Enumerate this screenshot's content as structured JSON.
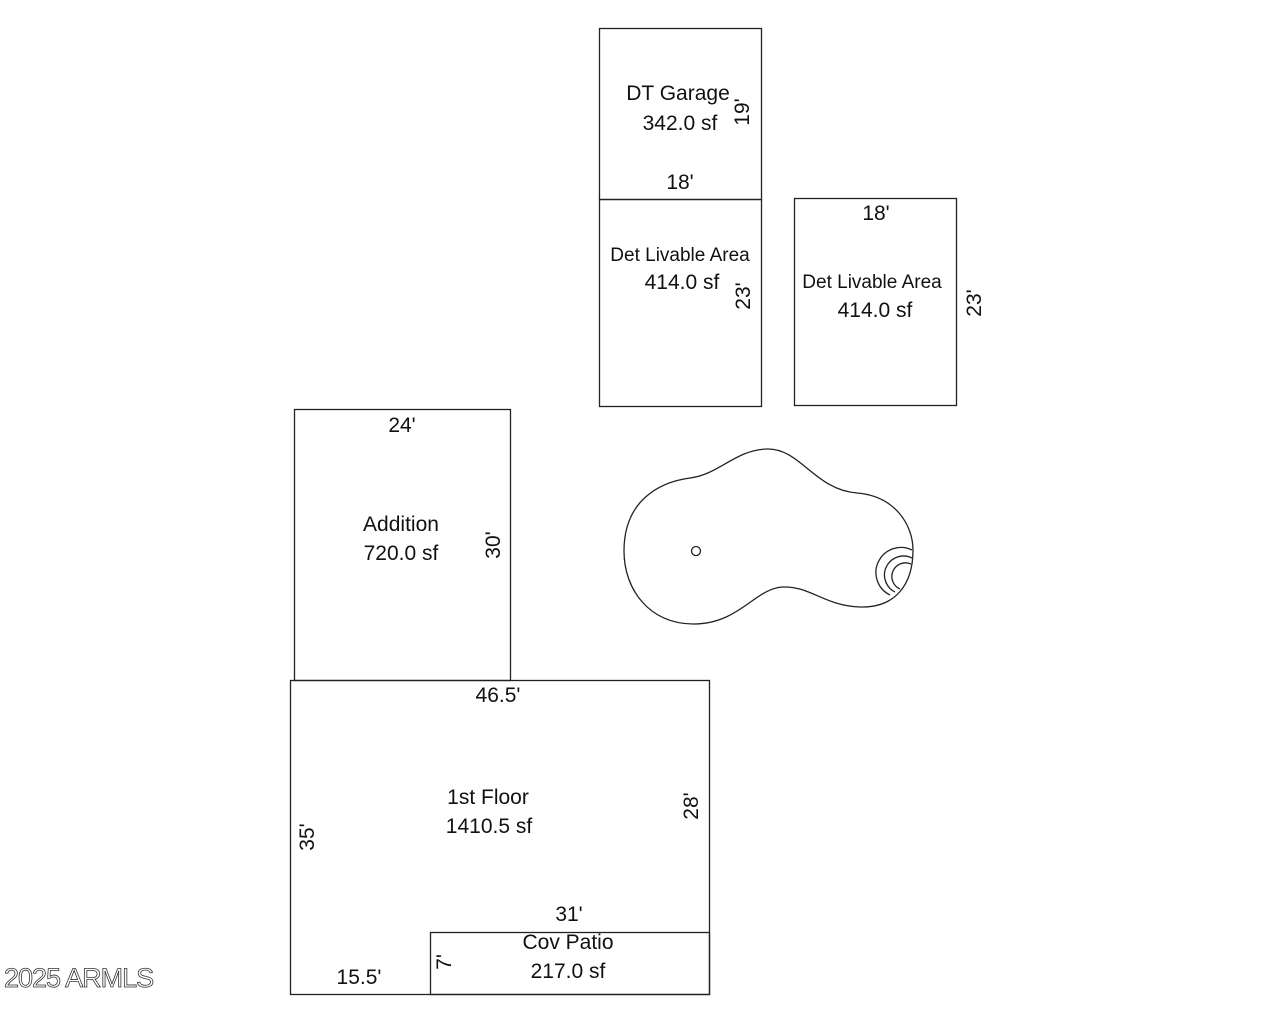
{
  "rooms": {
    "garage": {
      "name": "DT Garage",
      "area": "342.0 sf",
      "width": "18'",
      "depth": "19'"
    },
    "livable1": {
      "name": "Det Livable Area",
      "area": "414.0 sf",
      "depth": "23'"
    },
    "livable2": {
      "name": "Det Livable Area",
      "area": "414.0 sf",
      "width": "18'",
      "depth": "23'"
    },
    "addition": {
      "name": "Addition",
      "area": "720.0 sf",
      "width": "24'",
      "depth": "30'"
    },
    "first_floor": {
      "name": "1st Floor",
      "area": "1410.5 sf",
      "width": "46.5'",
      "right_depth": "28'",
      "left_depth": "35'",
      "bottom_width": "15.5'"
    },
    "patio": {
      "name": "Cov Patio",
      "area": "217.0 sf",
      "width": "31'",
      "depth": "7'"
    }
  },
  "pool": {
    "icon": "pool-shape"
  },
  "watermark": "2025 ARMLS"
}
